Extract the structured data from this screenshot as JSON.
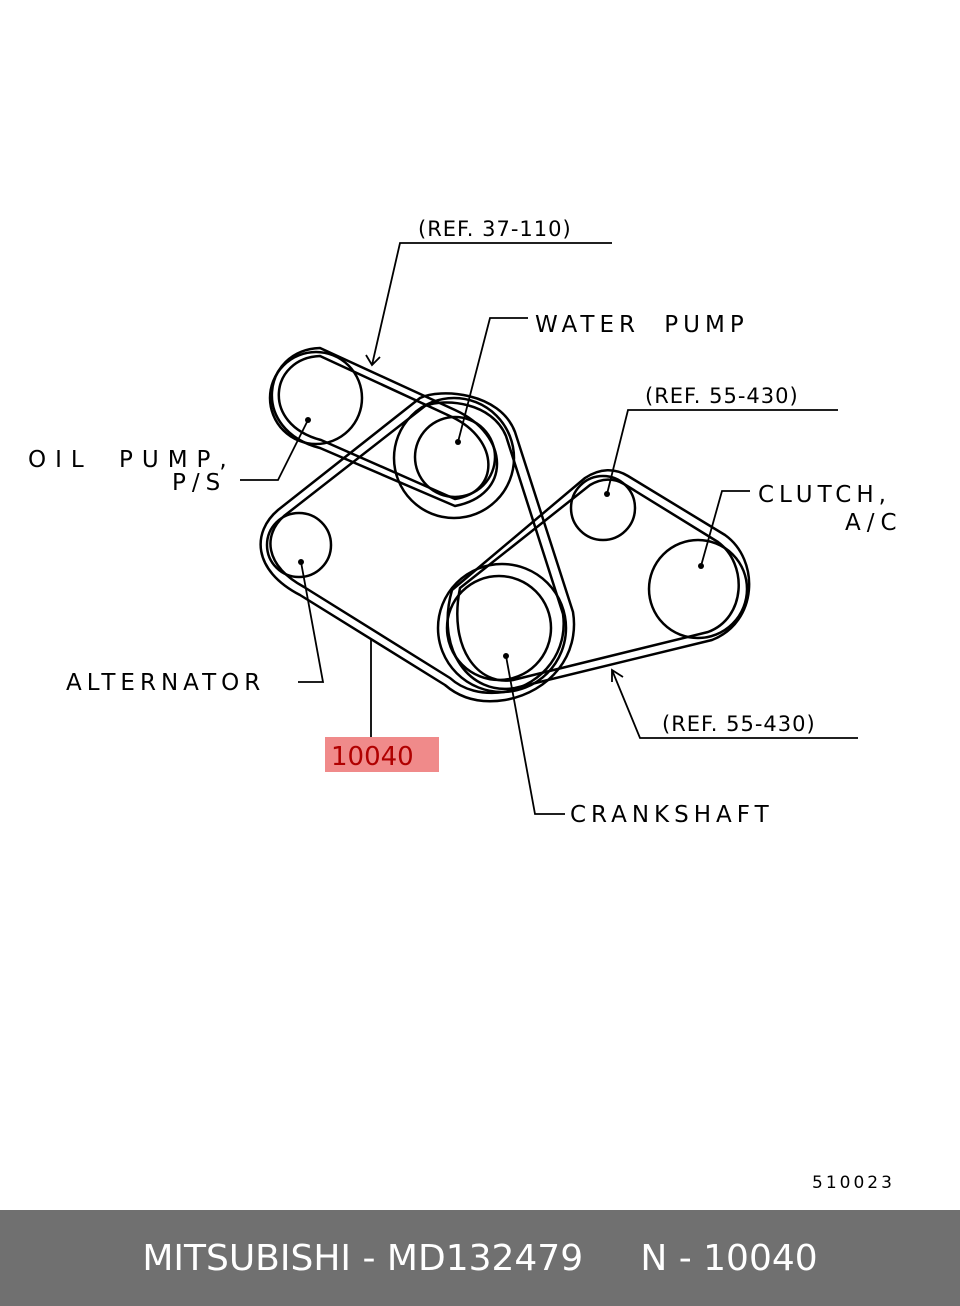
{
  "diagram": {
    "labels": {
      "ref_top": "(REF. 37-110)",
      "water_pump": "WATER PUMP",
      "oil_pump_line1": "OIL PUMP,",
      "oil_pump_line2": "P/S",
      "ref_right_top": "(REF. 55-430)",
      "clutch_line1": "CLUTCH,",
      "clutch_line2": "A/C",
      "alternator": "ALTERNATOR",
      "ref_right_bottom": "(REF. 55-430)",
      "crankshaft": "CRANKSHAFT",
      "callout": "10040",
      "drawing_number": "510023"
    },
    "colors": {
      "callout_fill": "#f08a8a",
      "callout_text": "#b00000",
      "line": "#000000"
    }
  },
  "footer": {
    "text": "MITSUBISHI - MD132479     N - 10040",
    "background": "#707070"
  }
}
